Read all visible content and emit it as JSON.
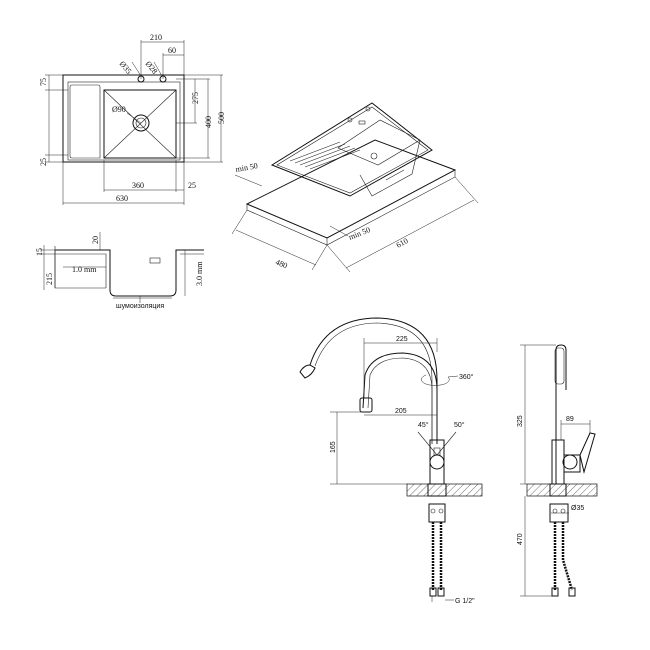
{
  "sink_top": {
    "d210": "210",
    "d60": "60",
    "d35": "Ø35",
    "d28": "Ø28",
    "d75": "75",
    "d275": "275",
    "d400": "400",
    "d500": "500",
    "d90": "Ø90",
    "d25l": "25",
    "d360": "360",
    "d25r": "25",
    "d630": "630"
  },
  "sink_side": {
    "d15": "15",
    "d20": "20",
    "d215": "215",
    "d1mm": "1.0 mm",
    "d3mm": "3.0 mm",
    "noise": "шумоизоляция"
  },
  "sink_iso": {
    "min50a": "min 50",
    "min50b": "min 50",
    "d480": "480",
    "d610": "610"
  },
  "faucet_front": {
    "d225": "225",
    "d205": "205",
    "d165": "165",
    "a45": "45°",
    "a50": "50°",
    "a360": "360°",
    "thread": "G 1/2\""
  },
  "faucet_side": {
    "d325": "325",
    "d89": "89",
    "d35": "Ø35",
    "d470": "470"
  }
}
